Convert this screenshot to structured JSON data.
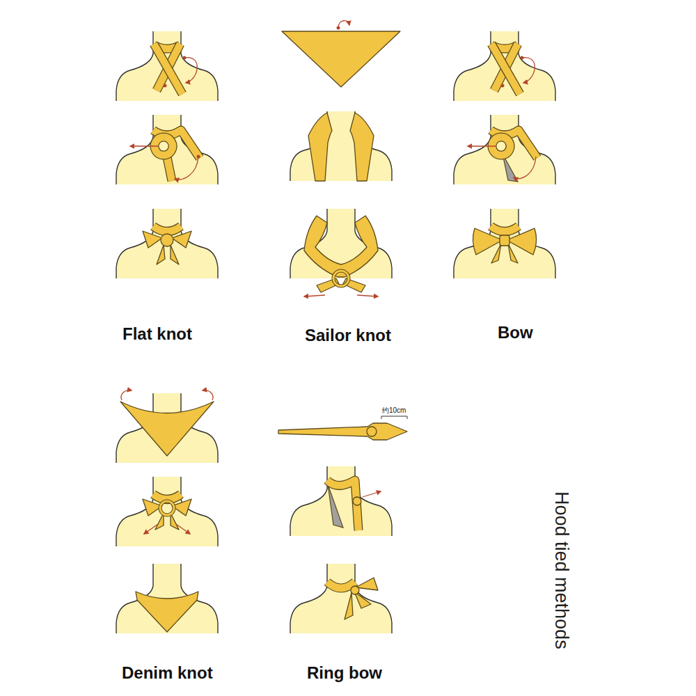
{
  "diagram": {
    "title": "Hood tied methods",
    "labels": [
      "Flat knot",
      "Sailor knot",
      "Bow",
      "约10cm",
      "Denim knot",
      "Ring bow"
    ]
  }
}
